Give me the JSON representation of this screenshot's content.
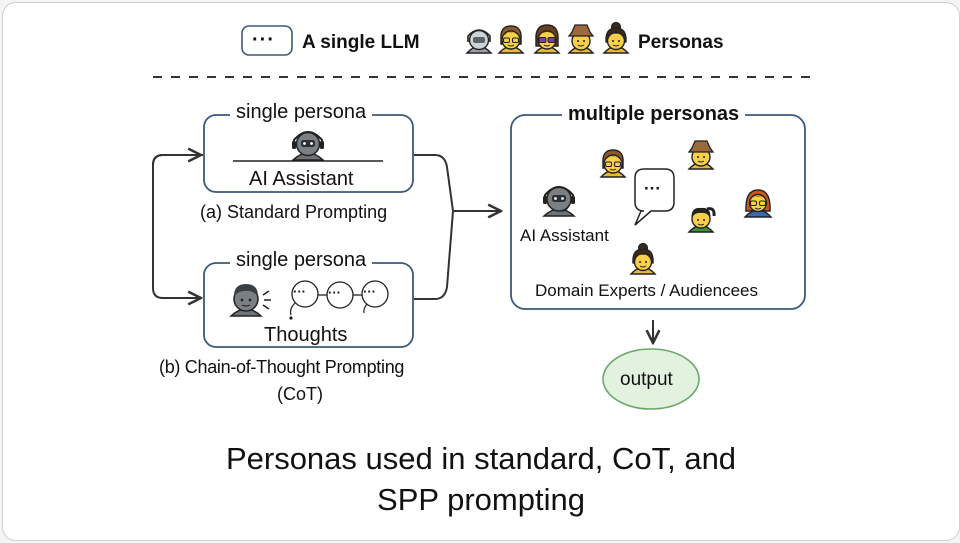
{
  "legend": {
    "llm_symbol": "···",
    "llm_label": "A single LLM",
    "personas_label": "Personas",
    "persona_icons": [
      "robot-face-icon",
      "person-glasses-icon",
      "person-sunglasses-icon",
      "person-hat-icon",
      "person-bun-icon"
    ]
  },
  "standard": {
    "header": "single persona",
    "persona_label": "AI Assistant",
    "caption": "(a) Standard Prompting",
    "icon": "robot-face-icon"
  },
  "cot": {
    "header": "single persona",
    "persona_label": "Thoughts",
    "caption_line1": "(b) Chain-of-Thought Prompting",
    "caption_line2": "(CoT)",
    "bubble_text": "···",
    "icon": "speaking-head-icon"
  },
  "spp": {
    "header": "multiple personas",
    "ai_label": "AI Assistant",
    "experts_label": "Domain Experts / Audiencees",
    "bubble_text": "···",
    "icons": [
      "robot-face-icon",
      "person-glasses-icon",
      "person-hat-icon",
      "person-ponytail-icon",
      "person-bun-icon",
      "person-dark-hair-icon"
    ]
  },
  "output": {
    "label": "output"
  },
  "footer": {
    "caption_line1": "Personas used in standard, CoT, and",
    "caption_line2": "SPP prompting"
  },
  "colors": {
    "box_border": "#3a5a7c",
    "arrow": "#333333",
    "output_fill": "#e3f2df",
    "output_border": "#6aa86a",
    "face_yellow": "#f7d048",
    "hair_brown": "#8a5a2b",
    "robot_gray": "#5f6368"
  }
}
